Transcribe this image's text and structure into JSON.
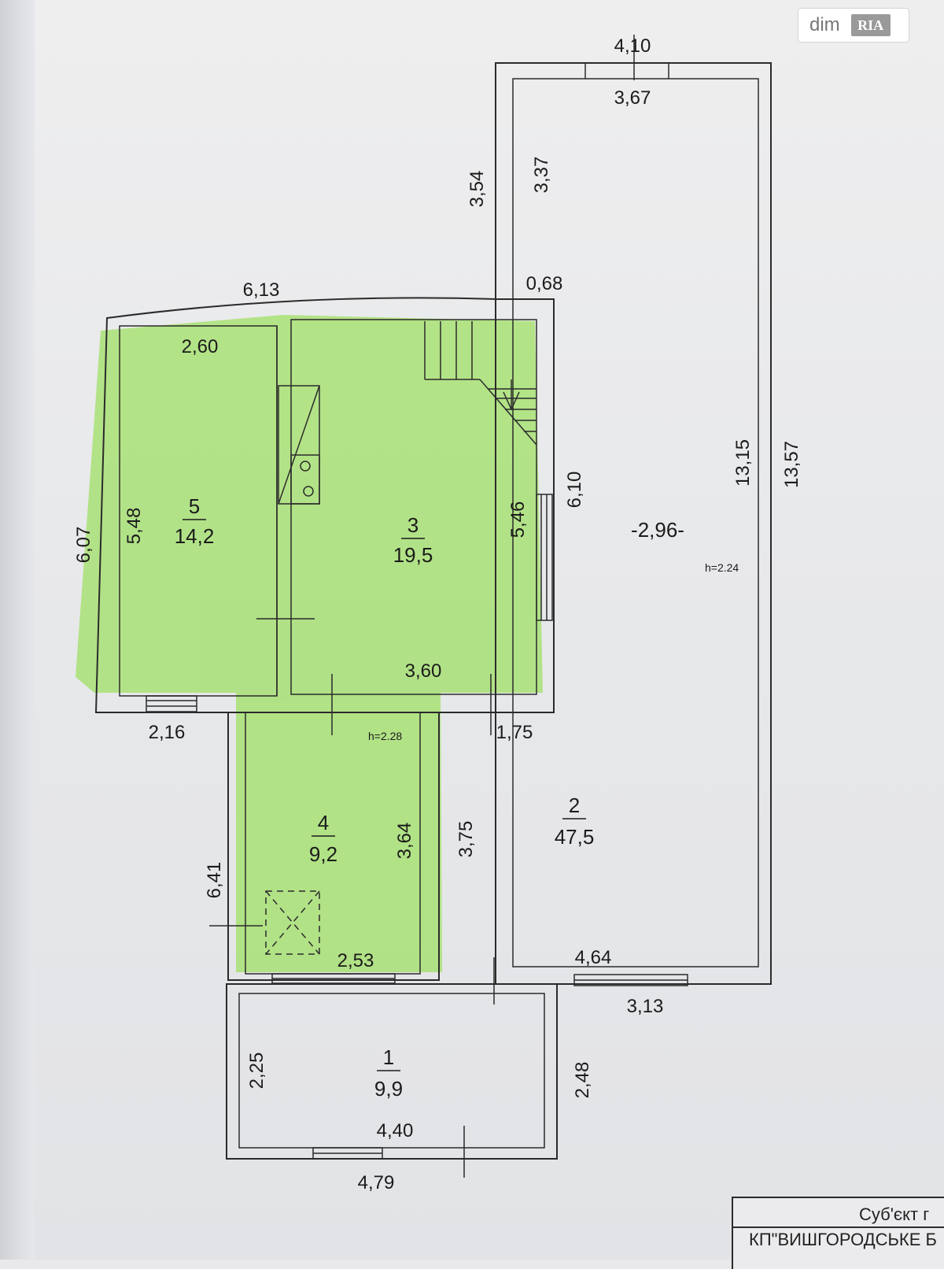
{
  "rooms": [
    {
      "number": "1",
      "area": "9,9"
    },
    {
      "number": "2",
      "area": "47,5"
    },
    {
      "number": "3",
      "area": "19,5"
    },
    {
      "number": "4",
      "area": "9,2"
    },
    {
      "number": "5",
      "area": "14,2"
    }
  ],
  "heights": {
    "main": "h=2.24",
    "room4": "h=2.28"
  },
  "room2_center_label": "-2,96-",
  "dimensions": {
    "d_4_10": "4,10",
    "d_3_67": "3,67",
    "d_3_54": "3,54",
    "d_3_37": "3,37",
    "d_0_68": "0,68",
    "d_6_13": "6,13",
    "d_2_60": "2,60",
    "d_6_07": "6,07",
    "d_5_48": "5,48",
    "d_5_46": "5,46",
    "d_6_10": "6,10",
    "d_13_15": "13,15",
    "d_13_57": "13,57",
    "d_3_60": "3,60",
    "d_2_16": "2,16",
    "d_1_75": "1,75",
    "d_3_75": "3,75",
    "d_3_64": "3,64",
    "d_6_41": "6,41",
    "d_2_53": "2,53",
    "d_4_64": "4,64",
    "d_3_13": "3,13",
    "d_2_25": "2,25",
    "d_2_48": "2,48",
    "d_4_40": "4,40",
    "d_4_79": "4,79"
  },
  "watermark": {
    "brand": "dim",
    "badge": "RIA"
  },
  "stamp": {
    "line1": "Суб'єкт г",
    "line2": "КП\"ВИШГОРОДСЬКЕ Б"
  },
  "colors": {
    "highlight": "#a3e06a",
    "line": "#2b2b2b"
  }
}
